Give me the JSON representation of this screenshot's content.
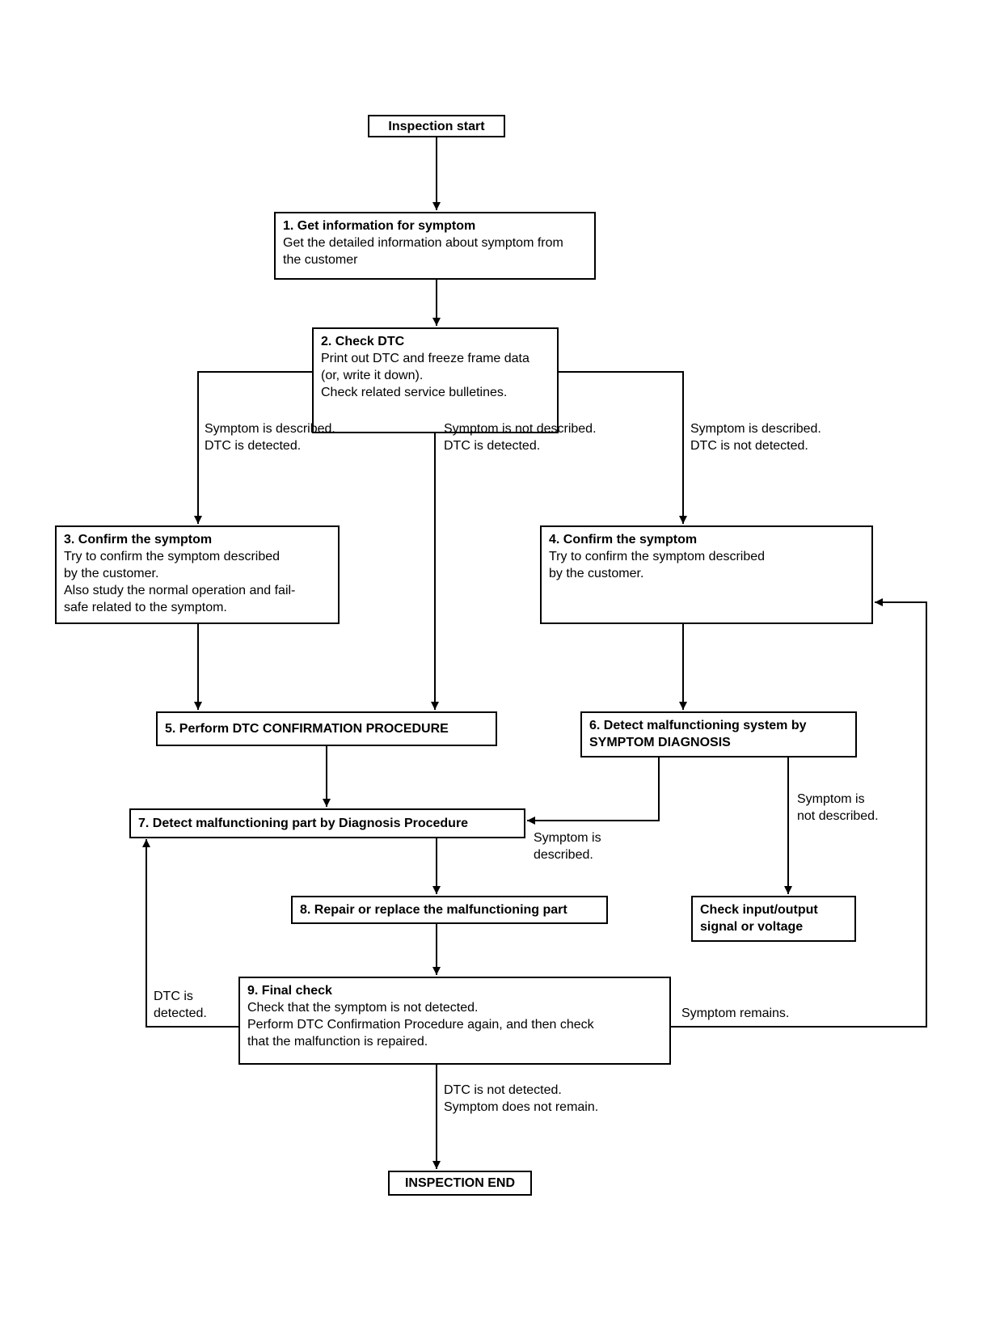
{
  "diagram": {
    "kind": "diagnostic-flowchart",
    "nodes": {
      "start": {
        "label": "Inspection start"
      },
      "step1": {
        "title": "1. Get information for symptom",
        "body": "Get the detailed information about symptom from\nthe customer"
      },
      "step2": {
        "title": "2. Check DTC",
        "body": "Print out DTC and freeze frame data\n(or, write it down).\nCheck related service bulletines."
      },
      "step3": {
        "title": "3. Confirm the symptom",
        "body": "Try to confirm the symptom described\nby the customer.\nAlso study the normal operation and fail-\nsafe related to the symptom."
      },
      "step4": {
        "title": "4. Confirm the symptom",
        "body": "Try to confirm the symptom described\nby the customer."
      },
      "step5": {
        "title": "5. Perform DTC CONFIRMATION PROCEDURE"
      },
      "step6": {
        "title": "6. Detect malfunctioning system by\nSYMPTOM DIAGNOSIS"
      },
      "step7": {
        "title": "7. Detect malfunctioning part by Diagnosis Procedure"
      },
      "step8": {
        "title": "8. Repair or replace the malfunctioning part"
      },
      "step9": {
        "title": "9. Final check",
        "body": "Check that the symptom is not detected.\nPerform DTC Confirmation Procedure again, and then check\nthat the malfunction is repaired."
      },
      "check_io": {
        "title": "Check input/output\nsignal or voltage"
      },
      "end": {
        "label": "INSPECTION END"
      }
    },
    "edges": [
      {
        "from": "start",
        "to": "step1",
        "label": ""
      },
      {
        "from": "step1",
        "to": "step2",
        "label": ""
      },
      {
        "from": "step2",
        "to": "step3",
        "label": "Symptom is described.\nDTC is detected."
      },
      {
        "from": "step2",
        "to": "step5",
        "label": "Symptom is not described.\nDTC is detected."
      },
      {
        "from": "step2",
        "to": "step4",
        "label": "Symptom is described.\nDTC is not detected."
      },
      {
        "from": "step3",
        "to": "step5",
        "label": ""
      },
      {
        "from": "step4",
        "to": "step6",
        "label": ""
      },
      {
        "from": "step5",
        "to": "step7",
        "label": ""
      },
      {
        "from": "step6",
        "to": "step7",
        "label": "Symptom is\ndescribed."
      },
      {
        "from": "step6",
        "to": "check_io",
        "label": "Symptom is\nnot described."
      },
      {
        "from": "step7",
        "to": "step8",
        "label": ""
      },
      {
        "from": "step8",
        "to": "step9",
        "label": ""
      },
      {
        "from": "step9",
        "to": "step7",
        "label": "DTC is\ndetected."
      },
      {
        "from": "step9",
        "to": "step4",
        "label": "Symptom remains."
      },
      {
        "from": "step9",
        "to": "end",
        "label": "DTC is not detected.\nSymptom does not remain."
      }
    ],
    "colors": {
      "line": "#000000",
      "background": "#ffffff",
      "text": "#000000"
    }
  }
}
